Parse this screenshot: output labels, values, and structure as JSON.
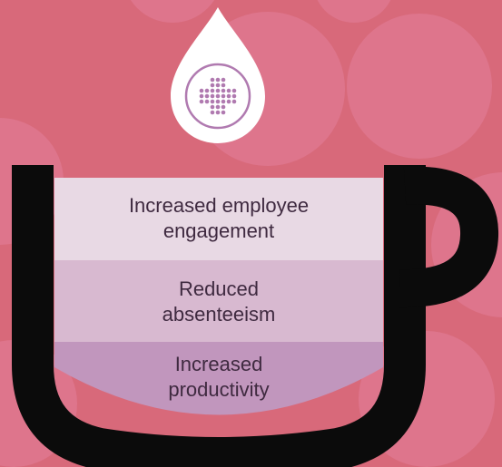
{
  "colors": {
    "background": "#d8697a",
    "bubble": "#e07a93",
    "cup": "#0b0b0b",
    "layer_top": "#e8d9e4",
    "layer_middle": "#d8b9d0",
    "layer_bottom": "#c196bd",
    "drop": "#ffffff",
    "drop_icon": "#b07ab0"
  },
  "icons": {
    "drop": "water-drop-icon",
    "plus": "dotted-plus-icon"
  },
  "layers": [
    {
      "line1": "Increased employee",
      "line2": "engagement"
    },
    {
      "line1": "Reduced",
      "line2": "absenteeism"
    },
    {
      "line1": "Increased",
      "line2": "productivity"
    }
  ]
}
